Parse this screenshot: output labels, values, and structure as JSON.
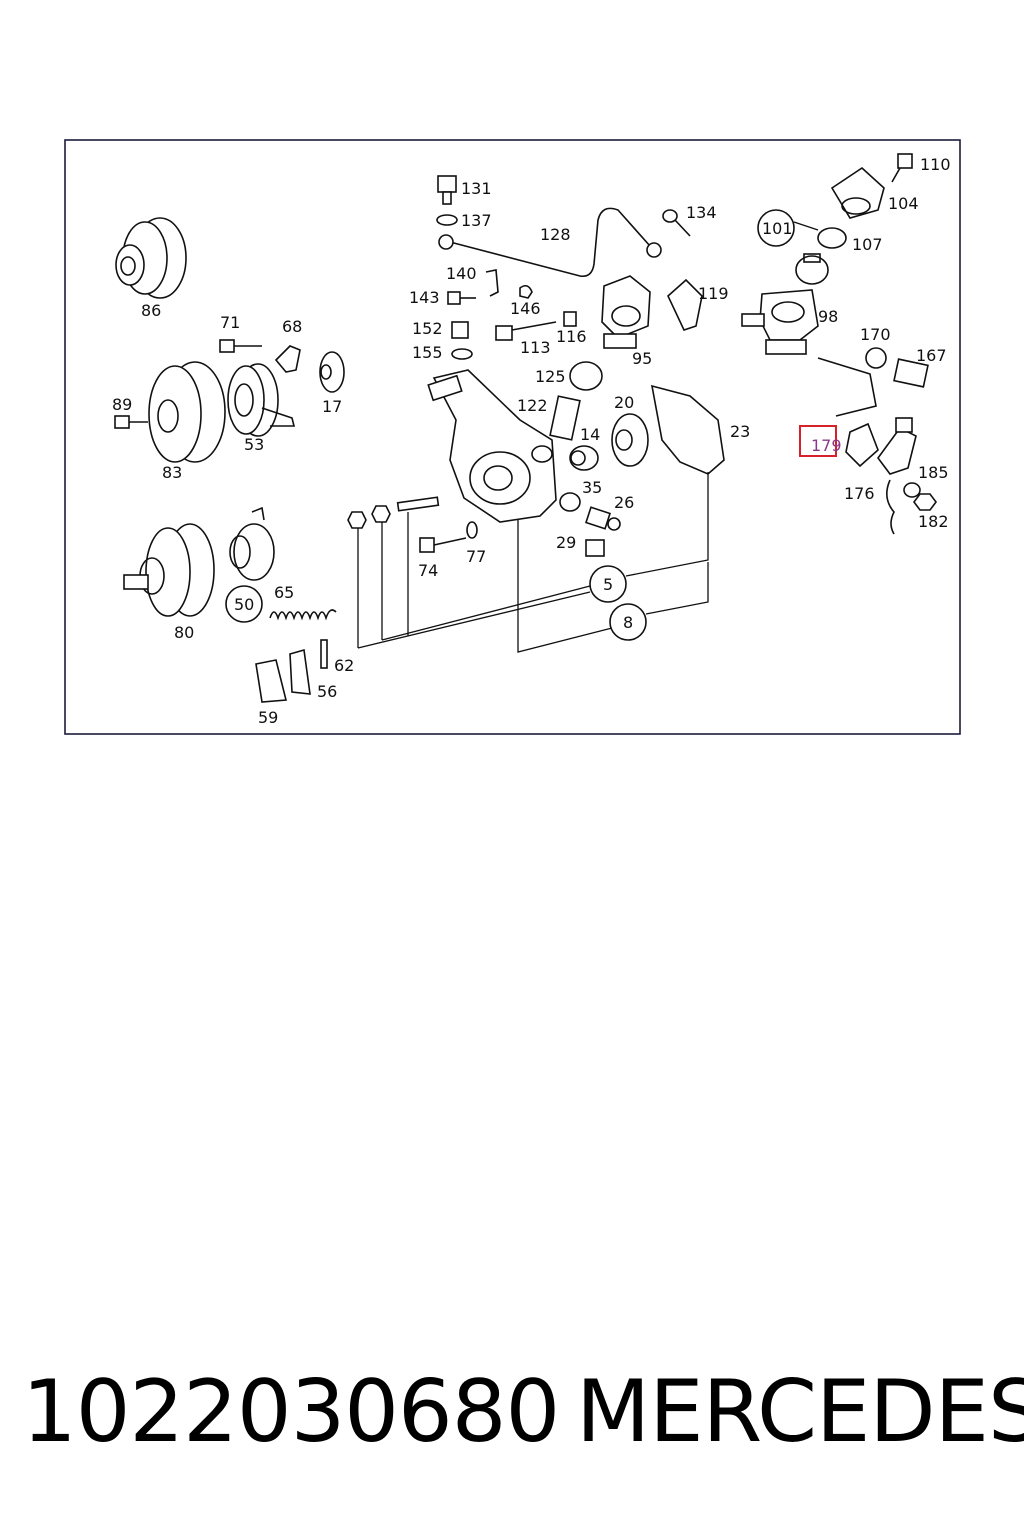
{
  "caption": {
    "part_number": "1022030680",
    "brand": "MERCEDES"
  },
  "diagram": {
    "highlighted_label": "179",
    "highlight_color": "#d6202a",
    "callouts": [
      "86",
      "71",
      "68",
      "89",
      "17",
      "83",
      "53",
      "131",
      "137",
      "128",
      "134",
      "110",
      "104",
      "101",
      "107",
      "140",
      "143",
      "146",
      "152",
      "116",
      "113",
      "155",
      "95",
      "119",
      "98",
      "170",
      "167",
      "125",
      "122",
      "20",
      "14",
      "23",
      "35",
      "26",
      "29",
      "176",
      "185",
      "182",
      "74",
      "77",
      "65",
      "50",
      "80",
      "62",
      "56",
      "59",
      "5",
      "8"
    ]
  }
}
